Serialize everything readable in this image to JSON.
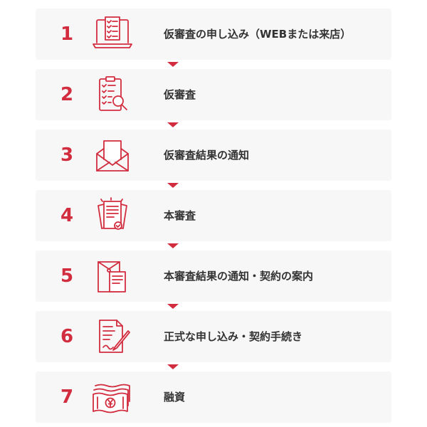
{
  "accent_color": "#d22d3f",
  "steps": [
    {
      "number": "1",
      "label": "仮審査の申し込み（WEBまたは来店）",
      "icon": "laptop-checklist-icon"
    },
    {
      "number": "2",
      "label": "仮審査",
      "icon": "clipboard-magnifier-icon"
    },
    {
      "number": "3",
      "label": "仮審査結果の通知",
      "icon": "envelope-letter-icon"
    },
    {
      "number": "4",
      "label": "本審査",
      "icon": "documents-check-icon"
    },
    {
      "number": "5",
      "label": "本審査結果の通知・契約の案内",
      "icon": "folder-document-icon"
    },
    {
      "number": "6",
      "label": "正式な申し込み・契約手続き",
      "icon": "contract-pen-icon"
    },
    {
      "number": "7",
      "label": "融資",
      "icon": "yen-banknotes-icon"
    }
  ]
}
